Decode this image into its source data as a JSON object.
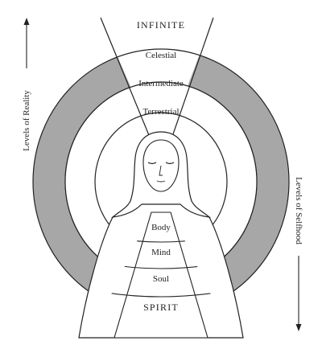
{
  "diagram": {
    "top_label": "INFINITE",
    "bottom_label": "SPIRIT",
    "reality_levels": [
      "Celestial",
      "Intermediate",
      "Terrestrial"
    ],
    "selfhood_levels": [
      "Body",
      "Mind",
      "Soul"
    ],
    "left_axis_label": "Levels of Reality",
    "right_axis_label": "Levels of Selfhood",
    "colors": {
      "ring_fill": "#a7a7a7",
      "line": "#222222",
      "background": "#ffffff"
    }
  }
}
